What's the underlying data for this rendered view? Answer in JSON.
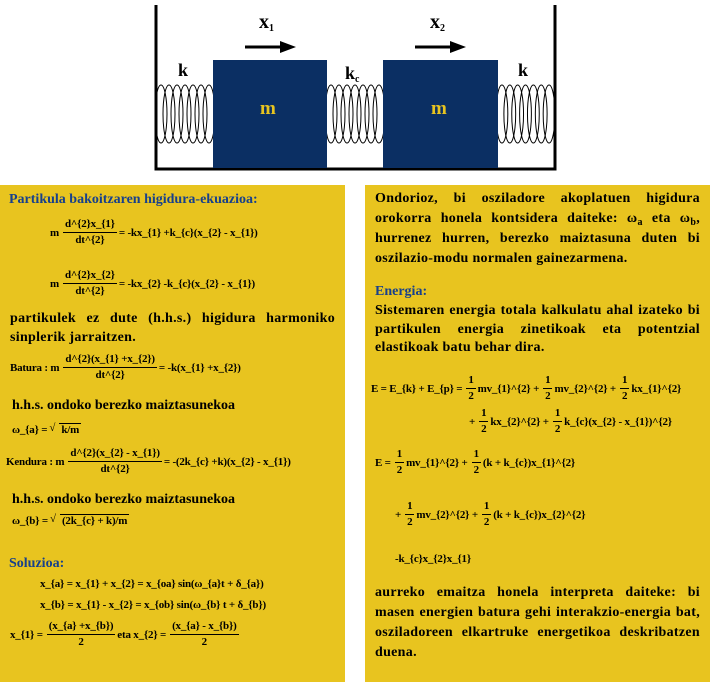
{
  "diagram": {
    "x1_label": "x_{1}",
    "x2_label": "x_{2}",
    "k_left": "k",
    "kc_label": "k_{c}",
    "k_right": "k",
    "mass1": "m",
    "mass2": "m",
    "colors": {
      "block": "#0b2f63",
      "mass_text": "#e8c41f",
      "panel": "#e8c41f",
      "heading": "#17408c"
    }
  },
  "left": {
    "heading": "Partikula bakoitzaren higidura-ekuazioa:",
    "eq1": [
      "m",
      {
        "n": "d^{2}x_{1}",
        "d": "dt^{2}"
      },
      "= -kx_{1} +k_{c}(x_{2} - x_{1})"
    ],
    "eq2": [
      "m",
      {
        "n": "d^{2}x_{2}",
        "d": "dt^{2}"
      },
      "= -kx_{2} -k_{c}(x_{2} - x_{1})"
    ],
    "para": "partikulek ez dute (h.h.s.) higidura harmoniko sinplerik jarraitzen.",
    "batura": [
      "Batura : m",
      {
        "n": "d^{2}(x_{1} +x_{2})",
        "d": "dt^{2}"
      },
      "= -k(x_{1} +x_{2})"
    ],
    "freq_label_a": "h.h.s. ondoko berezko maiztasunekoa",
    "omega_a": [
      "ω_{a} =",
      {
        "sqrt": "k/m"
      }
    ],
    "kendura": [
      "Kendura : m",
      {
        "n": "d^{2}(x_{2} - x_{1})",
        "d": "dt^{2}"
      },
      "= -(2k_{c} +k)(x_{2} - x_{1})"
    ],
    "freq_label_b": "h.h.s. ondoko berezko maiztasunekoa",
    "omega_b": [
      "ω_{b} =",
      {
        "sqrt": "(2k_{c} + k)/m"
      }
    ],
    "solution_heading": "Soluzioa:",
    "xa": [
      "x_{a} = x_{1} + x_{2} = x_{oa} sin(ω_{a}t + δ_{a})"
    ],
    "xb": [
      "x_{b} = x_{1} - x_{2} = x_{ob} sin(ω_{b} t + δ_{b})"
    ],
    "x12": [
      "x_{1} =",
      {
        "n": "(x_{a} +x_{b})",
        "d": "2"
      },
      "    eta    x_{2} =",
      {
        "n": "(x_{a} - x_{b})",
        "d": "2"
      }
    ]
  },
  "right": {
    "para1": "Ondorioz, bi osziladore akoplatuen higidura orokorra honela kontsidera daiteke: ω_{a} eta ω_{b}, hurrenez hurren, berezko maiztasuna duten bi oszilazio-modu normalen gainezarmena.",
    "energy_heading": "Energia:",
    "para2": "Sistemaren energia totala kalkulatu ahal izateko bi partikulen energia zinetikoak eta potentzial elastikoak batu behar dira.",
    "e1": [
      "E = E_{k} + E_{p} =",
      {
        "n": "1",
        "d": "2"
      },
      "mv_{1}^{2} +",
      {
        "n": "1",
        "d": "2"
      },
      "mv_{2}^{2} +",
      {
        "n": "1",
        "d": "2"
      },
      "kx_{1}^{2}"
    ],
    "e2": [
      "+",
      {
        "n": "1",
        "d": "2"
      },
      "kx_{2}^{2} +",
      {
        "n": "1",
        "d": "2"
      },
      "k_{c}(x_{2} - x_{1})^{2}"
    ],
    "e3": [
      "E =",
      {
        "n": "1",
        "d": "2"
      },
      "mv_{1}^{2} +",
      {
        "n": "1",
        "d": "2"
      },
      "(k + k_{c})x_{1}^{2}"
    ],
    "e4": [
      "+",
      {
        "n": "1",
        "d": "2"
      },
      "mv_{2}^{2} +",
      {
        "n": "1",
        "d": "2"
      },
      "(k + k_{c})x_{2}^{2}"
    ],
    "e5": [
      "-k_{c}x_{2}x_{1}"
    ],
    "para3": "aurreko emaitza honela interpreta daiteke: bi masen energien batura gehi interakzio-energia bat, osziladoreen elkartruke energetikoa deskribatzen duena."
  }
}
